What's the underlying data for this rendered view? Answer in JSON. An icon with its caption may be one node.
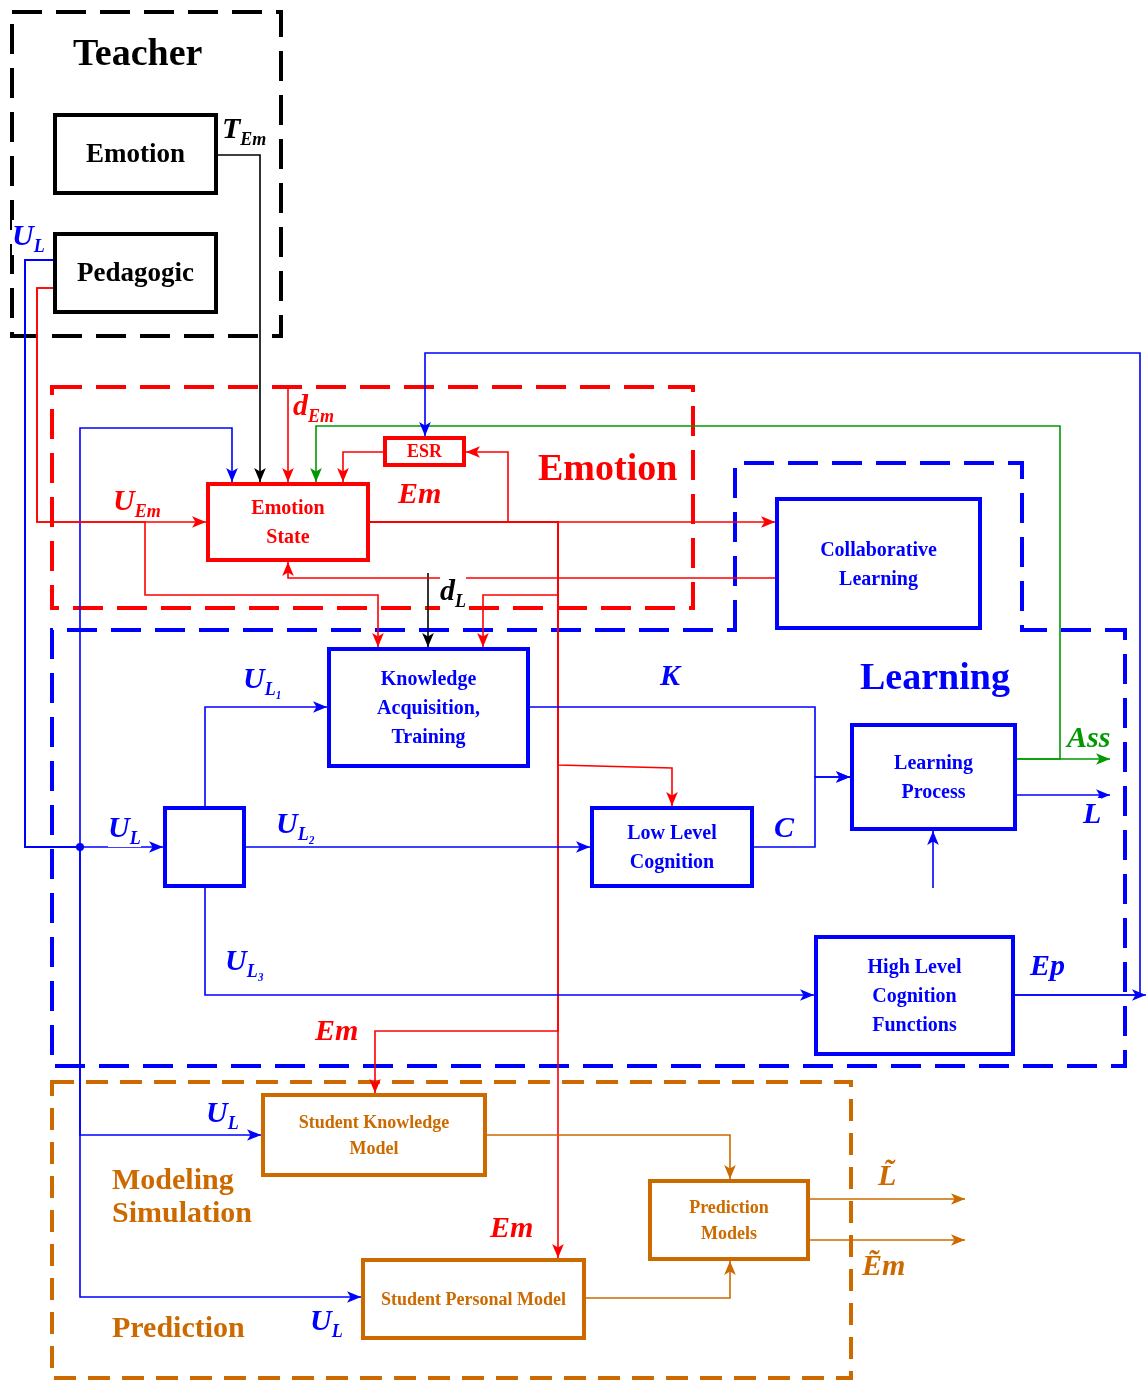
{
  "diagram": {
    "nodes": [
      {
        "text": [
          "Teacher"
        ]
      },
      {
        "text": [
          "Emotion"
        ],
        "in": 0
      },
      {
        "text": [
          "Pedagogic"
        ],
        "in": 0
      },
      {
        "text": [
          "Emotion"
        ]
      },
      {
        "text": [
          "ESR"
        ],
        "in": 3
      },
      {
        "text": [
          "Emotion State"
        ],
        "in": 3
      },
      {
        "text": [
          "Learning"
        ]
      },
      {
        "text": [
          "Collaborative Learning"
        ],
        "in": 6
      },
      {
        "text": [
          "Knowledge Acquisition, Training"
        ],
        "in": 6
      },
      {
        "text": [],
        "shape": "box",
        "in": 6
      },
      {
        "text": [
          "Low Level Cognition"
        ],
        "in": 6
      },
      {
        "text": [
          "Learning Process"
        ],
        "in": 6
      },
      {
        "text": [
          "High Level Cognition Functions"
        ],
        "in": 6
      },
      {
        "text": [
          "Modeling Simulation",
          "Prediction"
        ]
      },
      {
        "text": [
          "Student Knowledge Model"
        ],
        "in": 13
      },
      {
        "text": [
          "Student Personal Model"
        ],
        "in": 13
      },
      {
        "text": [
          "Prediction Models"
        ],
        "in": 13
      }
    ],
    "edges": [
      {
        "from": 1,
        "to": 5,
        "arrow": "to",
        "label": "T$_{Em}$",
        "color": "#000000"
      },
      {
        "from": 2,
        "to": 9,
        "arrow": "to",
        "label": "U$_{L}$"
      },
      {
        "from": 2,
        "to": 5,
        "arrow": "to"
      },
      {
        "from": 2,
        "to": 14,
        "arrow": "to",
        "label": "U$_{L}$"
      },
      {
        "from": 2,
        "to": 15,
        "arrow": "to",
        "label": "U$_{L}$"
      },
      {
        "from": 2,
        "to": 5,
        "arrow": "to",
        "label": "U$_{Em}$",
        "color": "#ff0000"
      },
      {
        "from": 2,
        "to": 8,
        "arrow": "to",
        "color": "#ff0000"
      },
      {
        "from": null,
        "to": 5,
        "arrow": "to",
        "label": "d$_{Em}$",
        "color": "#ff0000"
      },
      {
        "from": 4,
        "to": 5,
        "arrow": "to",
        "color": "#ff0000"
      },
      {
        "from": 5,
        "to": 7,
        "arrow": "to",
        "label": "Em",
        "color": "#ff0000"
      },
      {
        "from": 5,
        "to": 4,
        "arrow": "to",
        "color": "#ff0000"
      },
      {
        "from": 5,
        "to": 10,
        "arrow": "to",
        "color": "#ff0000"
      },
      {
        "from": 5,
        "to": 8,
        "arrow": "to",
        "color": "#ff0000"
      },
      {
        "from": 5,
        "to": 14,
        "arrow": "to",
        "label": "Em",
        "color": "#ff0000"
      },
      {
        "from": 5,
        "to": 15,
        "arrow": "to",
        "label": "Em",
        "color": "#ff0000"
      },
      {
        "from": null,
        "to": 8,
        "arrow": "to",
        "label": "d$_{L}$",
        "color": "#000000"
      },
      {
        "from": 7,
        "to": 5,
        "arrow": "to",
        "color": "#ff0000"
      },
      {
        "from": 11,
        "to": null,
        "arrow": "to",
        "label": "Ass",
        "color": "#009900"
      },
      {
        "from": 11,
        "to": 5,
        "arrow": "to",
        "color": "#009900"
      },
      {
        "from": 12,
        "to": null,
        "arrow": "to",
        "label": "Ep"
      },
      {
        "from": 12,
        "to": 4,
        "arrow": "to"
      },
      {
        "from": 9,
        "to": 8,
        "arrow": "to",
        "label": "U$_{L₁}$"
      },
      {
        "from": 9,
        "to": 10,
        "arrow": "to",
        "label": "U$_{L₂}$"
      },
      {
        "from": 9,
        "to": 12,
        "arrow": "to",
        "label": "U$_{L₃}$"
      },
      {
        "from": 8,
        "to": 11,
        "arrow": "to",
        "label": "K"
      },
      {
        "from": 10,
        "to": 11,
        "arrow": "to",
        "label": "C"
      },
      {
        "from": 11,
        "to": null,
        "arrow": "to",
        "label": "L"
      },
      {
        "from": null,
        "to": 11,
        "arrow": "to"
      },
      {
        "from": 14,
        "to": 16,
        "arrow": "to",
        "color": "#cc6a00"
      },
      {
        "from": 15,
        "to": 16,
        "arrow": "to",
        "color": "#cc6a00"
      },
      {
        "from": 16,
        "to": null,
        "arrow": "to",
        "label": "L̃",
        "color": "#cc6a00"
      },
      {
        "from": 16,
        "to": null,
        "arrow": "to",
        "label": "Ẽm",
        "color": "#cc6a00"
      }
    ],
    "labels": [
      "U$_{L}$"
    ]
  }
}
